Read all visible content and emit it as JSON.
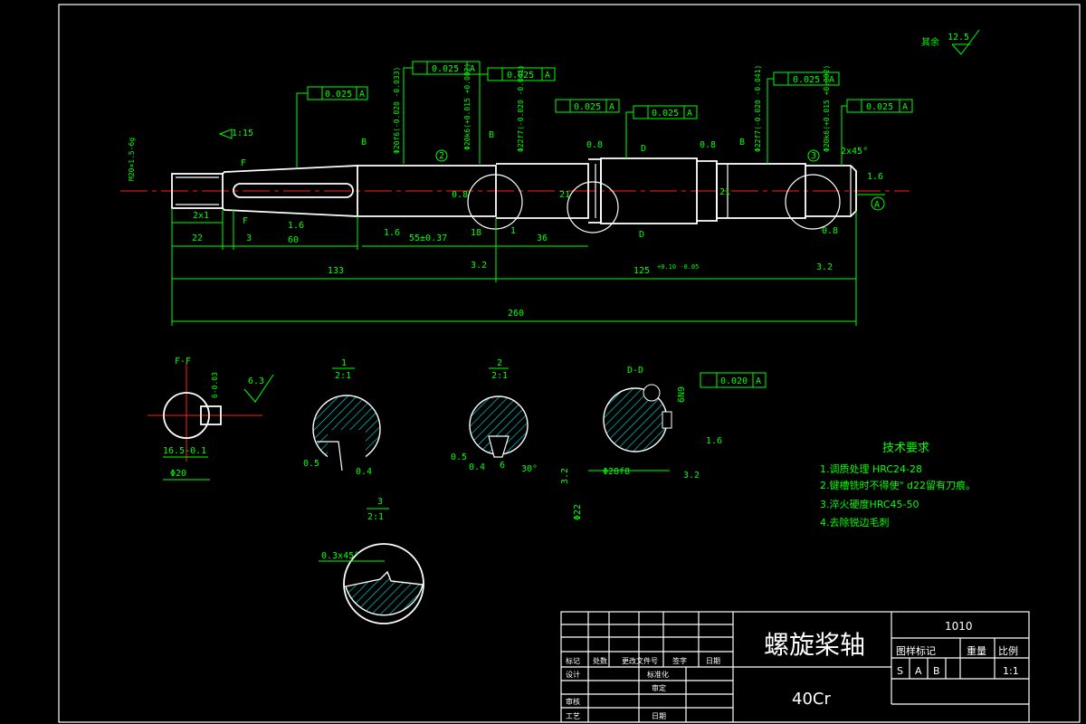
{
  "drawing": {
    "roughness_note": {
      "label": "其余",
      "value": "12.5"
    },
    "main_view": {
      "chamfer_callout": "1:15",
      "dims": {
        "d_2x1": "2x1",
        "d_22": "22",
        "d_3": "3",
        "d_60": "60",
        "d_55": "55±0.37",
        "d_18": "18",
        "d_36": "36",
        "d_133": "133",
        "d_125": "125",
        "d_125_tol": "+0.10 -0.05",
        "d_260": "260",
        "d_21a": "21",
        "d_21b": "21",
        "d_08a": "0.8",
        "d_08b": "0.8",
        "d_08c": "0.8",
        "d_08d": "0.8",
        "d_16a": "1.6",
        "d_16b": "1.6",
        "d_16c": "1.6",
        "d_32a": "3.2",
        "d_32b": "3.2",
        "chamfer": "2x45°",
        "d_left_label": "M20×1.5-6g",
        "dia_1": "Φ20f6(-0.020 -0.033)",
        "dia_2": "Φ20k6(+0.015 +0.002)",
        "dia_3": "Φ22f7(-0.020 -0.041)",
        "dia_4": "Φ22f7(-0.020 -0.041)",
        "dia_5": "Φ20k6(+0.015 +0.002)"
      },
      "section_labels": {
        "b1": "B",
        "b2": "B",
        "b3": "B",
        "d1": "D",
        "d2": "D",
        "f1": "F",
        "f2": "F",
        "one": "1",
        "two": "2",
        "three": "3"
      },
      "datum_a": "A",
      "runouts": [
        {
          "tol": "0.025",
          "datum": "A"
        },
        {
          "tol": "0.025",
          "datum": "A"
        },
        {
          "tol": "0.025",
          "datum": "A"
        },
        {
          "tol": "0.025",
          "datum": "A"
        },
        {
          "tol": "0.025",
          "datum": "A"
        },
        {
          "tol": "0.025",
          "datum": "A"
        },
        {
          "tol": "0.025",
          "datum": "A"
        }
      ]
    },
    "section_ff": {
      "title": "F-F",
      "d1": "16.5-0.1",
      "d2": "Φ20",
      "d3": "6-0.03",
      "rough": "6.3"
    },
    "detail_1": {
      "title": "1",
      "scale": "2:1",
      "v1": "0.5",
      "v2": "0.4"
    },
    "detail_2": {
      "title": "2",
      "scale": "2:1",
      "v1": "0.5",
      "v2": "0.4",
      "v3": "6",
      "v4": "30°"
    },
    "section_dd": {
      "title": "D-D",
      "sym_tol": "0.020",
      "datum": "A",
      "w": "6N9",
      "d1": "Φ28f8",
      "d2": "Φ22",
      "r1": "1.6",
      "r2": "3.2",
      "r3": "3.2"
    },
    "detail_3": {
      "title": "3",
      "scale": "2:1",
      "chamfer": "0.3x45°"
    },
    "tech_req": {
      "title": "技术要求",
      "items": [
        "1.调质处理 HRC24-28",
        "2.键槽铣时不得使\" d22留有刀痕。",
        "3.淬火硬度HRC45-50",
        "4.去除锐边毛刺"
      ]
    }
  },
  "title_block": {
    "part_name": "螺旋桨轴",
    "material": "40Cr",
    "drawing_no": "1010",
    "stage_label": "图样标记",
    "mass_label": "重量",
    "scale_label": "比例",
    "stages": [
      "S",
      "A",
      "B"
    ],
    "scale_value": "1:1",
    "rev_labels": [
      "标记",
      "处数",
      "更改文件号",
      "签字",
      "日期"
    ],
    "design_label": "设计",
    "std_label": "标准化",
    "check_label": "审核",
    "approve_label": "审定",
    "process_label": "工艺",
    "date_label": "日期"
  }
}
